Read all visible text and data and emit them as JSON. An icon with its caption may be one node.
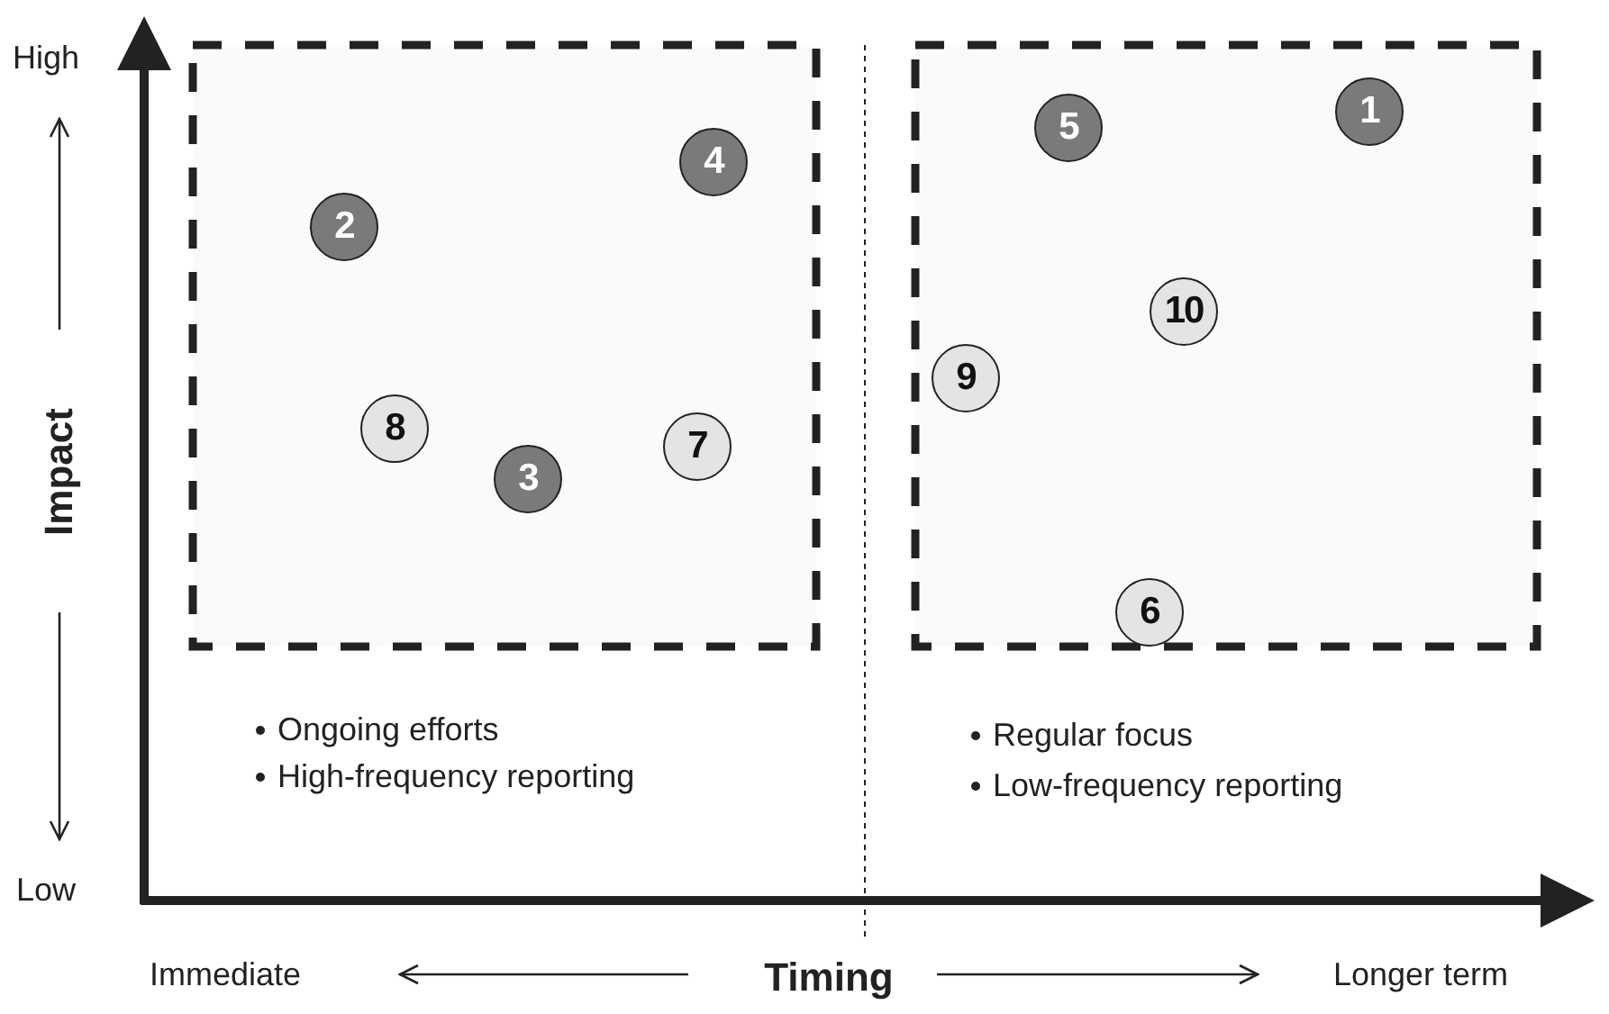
{
  "diagram": {
    "nodes": [
      {
        "text": [],
        "shape": "box"
      },
      {
        "text": [
          "4"
        ],
        "in": 0
      },
      {
        "text": [
          "2"
        ],
        "in": 0
      },
      {
        "text": [
          "8"
        ],
        "in": 0
      },
      {
        "text": [
          "7"
        ],
        "in": 0
      },
      {
        "text": [
          "3"
        ],
        "in": 0
      },
      {
        "text": [],
        "shape": "box"
      },
      {
        "text": [
          "1"
        ],
        "in": 6
      },
      {
        "text": [
          "5"
        ],
        "in": 6
      },
      {
        "text": [
          "10"
        ],
        "in": 6
      },
      {
        "text": [
          "9"
        ],
        "in": 6
      },
      {
        "text": [
          "6"
        ],
        "in": 6
      }
    ],
    "labels": [
      "High",
      "Impact",
      "Low",
      "Ongoing efforts",
      "High-frequency reporting",
      "Regular focus",
      "Low-frequency reporting",
      "Immediate",
      "Timing",
      "Longer term"
    ]
  }
}
